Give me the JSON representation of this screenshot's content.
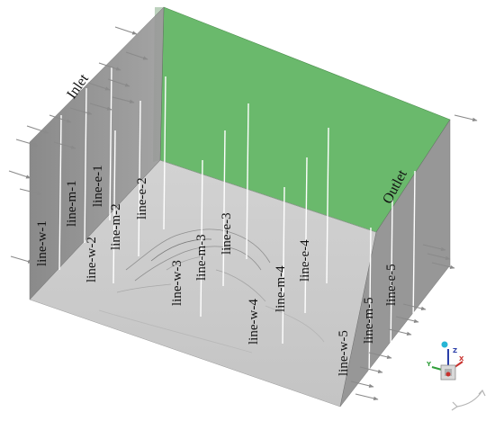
{
  "face_labels": {
    "inlet": "Inlet",
    "outlet": "Outlet"
  },
  "probe_lines": {
    "west": [
      "line-w-1",
      "line-w-2",
      "line-w-3",
      "line-w-4",
      "line-w-5"
    ],
    "middle": [
      "line-m-1",
      "line-m-2",
      "line-m-3",
      "line-m-4",
      "line-m-5"
    ],
    "east": [
      "line-e-1",
      "line-e-2",
      "line-e-3",
      "line-e-4",
      "line-e-5"
    ]
  },
  "axis_triad": {
    "x": "X",
    "y": "Y",
    "z": "Z"
  },
  "colors": {
    "back_wall": "#6ab96c",
    "floor": "#c8c8c8",
    "side_wall": "#8c8c8c",
    "flow_arrow": "#8a8a8a",
    "probe_line": "#ffffff"
  },
  "icons": {
    "flow_arrows": "arrow-right-icon",
    "triad": "axis-triad-icon",
    "rotate": "rotate-icon"
  }
}
